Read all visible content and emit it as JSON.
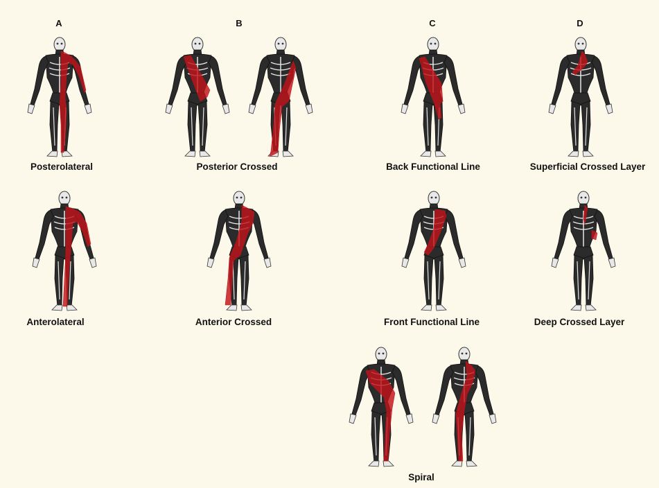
{
  "columns": {
    "a": "A",
    "b": "B",
    "c": "C",
    "d": "D"
  },
  "captions": {
    "posterolateral": "Posterolateral",
    "posterior_crossed": "Posterior Crossed",
    "back_functional_line": "Back Functional Line",
    "superficial_crossed_layer": "Superficial Crossed Layer",
    "anterolateral": "Anterolateral",
    "anterior_crossed": "Anterior Crossed",
    "front_functional_line": "Front Functional Line",
    "deep_crossed_layer": "Deep Crossed Layer",
    "spiral": "Spiral"
  },
  "colors": {
    "background": "#fdf9ea",
    "highlight": "#c0141a",
    "figure_dark": "#2b2b2b",
    "figure_light": "#e8e8e8"
  }
}
